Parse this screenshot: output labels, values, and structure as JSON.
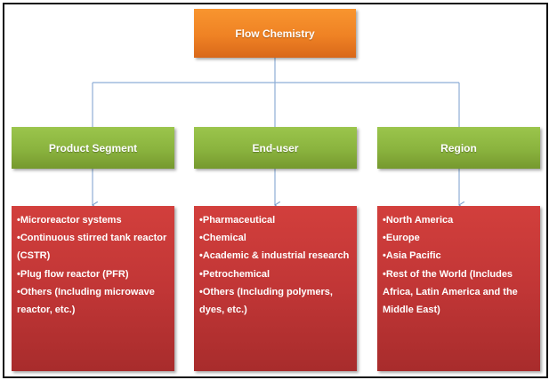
{
  "diagram": {
    "root": {
      "label": "Flow Chemistry"
    },
    "categories": [
      {
        "label": "Product Segment",
        "items": [
          "Microreactor systems",
          "Continuous stirred tank reactor (CSTR)",
          "Plug flow reactor (PFR)",
          "Others (Including microwave reactor, etc.)"
        ]
      },
      {
        "label": "End-user",
        "items": [
          "Pharmaceutical",
          "Chemical",
          "Academic & industrial research",
          "Petrochemical",
          "Others (Including polymers, dyes, etc.)"
        ]
      },
      {
        "label": "Region",
        "items": [
          "North America",
          "Europe",
          "Asia Pacific",
          "Rest of the World (Includes Africa, Latin America and the Middle East)"
        ]
      }
    ],
    "bullet_glyph": "•",
    "colors": {
      "root": "#ef8224",
      "category": "#8ab33e",
      "list": "#c13636",
      "connector": "#8eaed6",
      "frame": "#111111"
    }
  }
}
